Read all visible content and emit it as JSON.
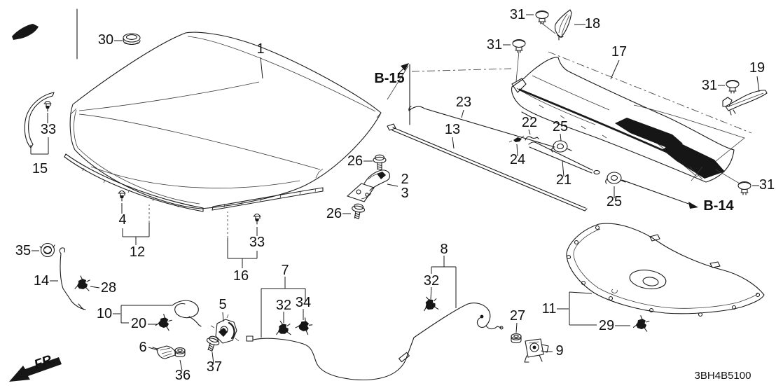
{
  "diagram": {
    "part_code": "3BH4B5100",
    "front_marker": "FR.",
    "section_refs": {
      "b15": "B-15",
      "b14": "B-14"
    },
    "colors": {
      "line": "#1a1a1a",
      "background": "#ffffff"
    }
  },
  "callouts": [
    {
      "text": "30"
    },
    {
      "text": "1"
    },
    {
      "text": "33"
    },
    {
      "text": "15"
    },
    {
      "text": "4"
    },
    {
      "text": "12"
    },
    {
      "text": "33"
    },
    {
      "text": "16"
    },
    {
      "text": "26"
    },
    {
      "text": "2"
    },
    {
      "text": "3"
    },
    {
      "text": "26"
    },
    {
      "text": "23"
    },
    {
      "text": "13"
    },
    {
      "text": "22"
    },
    {
      "text": "25"
    },
    {
      "text": "24"
    },
    {
      "text": "21"
    },
    {
      "text": "25"
    },
    {
      "text": "31"
    },
    {
      "text": "18"
    },
    {
      "text": "31"
    },
    {
      "text": "17"
    },
    {
      "text": "19"
    },
    {
      "text": "31"
    },
    {
      "text": "31"
    },
    {
      "text": "35"
    },
    {
      "text": "14"
    },
    {
      "text": "28"
    },
    {
      "text": "10"
    },
    {
      "text": "20"
    },
    {
      "text": "6"
    },
    {
      "text": "36"
    },
    {
      "text": "5"
    },
    {
      "text": "37"
    },
    {
      "text": "7"
    },
    {
      "text": "32"
    },
    {
      "text": "34"
    },
    {
      "text": "8"
    },
    {
      "text": "32"
    },
    {
      "text": "27"
    },
    {
      "text": "9"
    },
    {
      "text": "11"
    },
    {
      "text": "29"
    }
  ]
}
